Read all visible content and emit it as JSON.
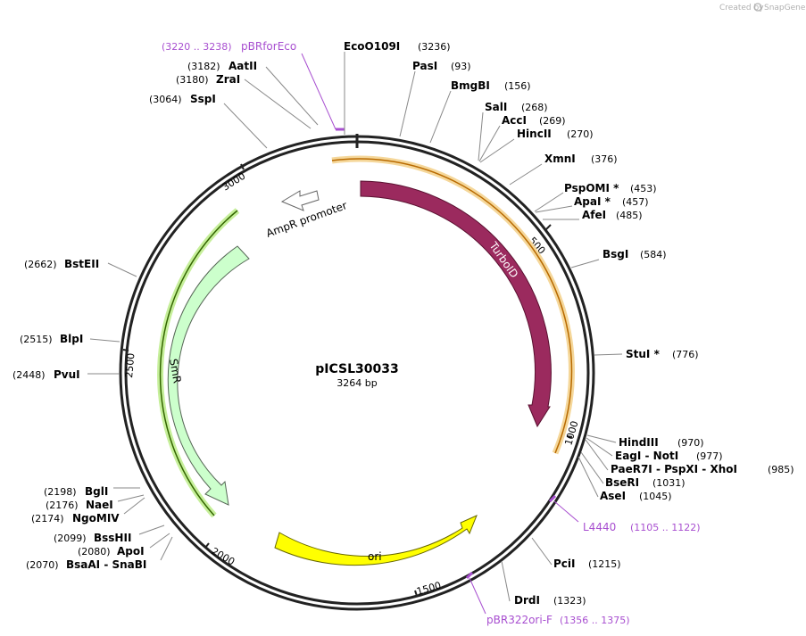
{
  "brand": {
    "created_by": "Created by",
    "app": "SnapGene"
  },
  "plasmid": {
    "name": "pICSL30033",
    "length_label": "3264 bp",
    "length": 3264
  },
  "ticks": [
    "500",
    "1000",
    "1500",
    "2000",
    "2500",
    "3000"
  ],
  "primers": [
    {
      "name": "pBRforEco",
      "range": "(3220 .. 3238)"
    },
    {
      "name": "L4440",
      "range": "(1105 .. 1122)"
    },
    {
      "name": "pBR322ori-F",
      "range": "(1356 .. 1375)"
    }
  ],
  "sites": [
    {
      "pos": "(3236)",
      "name": "EcoO109I"
    },
    {
      "pos": "(93)",
      "name": "PasI"
    },
    {
      "pos": "(156)",
      "name": "BmgBI"
    },
    {
      "pos": "(268)",
      "name": "SalI"
    },
    {
      "pos": "(269)",
      "name": "AccI"
    },
    {
      "pos": "(270)",
      "name": "HincII"
    },
    {
      "pos": "(376)",
      "name": "XmnI"
    },
    {
      "pos": "(453)",
      "name": "PspOMI *"
    },
    {
      "pos": "(457)",
      "name": "ApaI *"
    },
    {
      "pos": "(485)",
      "name": "AfeI"
    },
    {
      "pos": "(584)",
      "name": "BsgI"
    },
    {
      "pos": "(776)",
      "name": "StuI *"
    },
    {
      "pos": "(970)",
      "name": "HindIII"
    },
    {
      "pos": "(977)",
      "name": "EagI  - NotI"
    },
    {
      "pos": "(985)",
      "name": "PaeR7I  - PspXI  - XhoI"
    },
    {
      "pos": "(1031)",
      "name": "BseRI"
    },
    {
      "pos": "(1045)",
      "name": "AseI"
    },
    {
      "pos": "(1215)",
      "name": "PciI"
    },
    {
      "pos": "(1323)",
      "name": "DrdI"
    },
    {
      "pos": "(2070)",
      "name": "BsaAI  - SnaBI"
    },
    {
      "pos": "(2080)",
      "name": "ApoI"
    },
    {
      "pos": "(2099)",
      "name": "BssHII"
    },
    {
      "pos": "(2174)",
      "name": "NgoMIV"
    },
    {
      "pos": "(2176)",
      "name": "NaeI"
    },
    {
      "pos": "(2198)",
      "name": "BglI"
    },
    {
      "pos": "(2448)",
      "name": "PvuI"
    },
    {
      "pos": "(2515)",
      "name": "BlpI"
    },
    {
      "pos": "(2662)",
      "name": "BstEII"
    },
    {
      "pos": "(3064)",
      "name": "SspI"
    },
    {
      "pos": "(3180)",
      "name": "ZraI"
    },
    {
      "pos": "(3182)",
      "name": "AatII"
    }
  ],
  "features": [
    {
      "name": "TurboID",
      "color": "#9b2a5e"
    },
    {
      "name": "SmR",
      "color": "#ccffcc"
    },
    {
      "name": "ori",
      "color": "#ffff00"
    },
    {
      "name": "AmpR promoter",
      "color": "#ffffff"
    }
  ],
  "colors": {
    "backbone": "#222222",
    "primer": "#a84fd0",
    "orange_outline": "#f0a030",
    "green_outline": "#88dd44"
  }
}
